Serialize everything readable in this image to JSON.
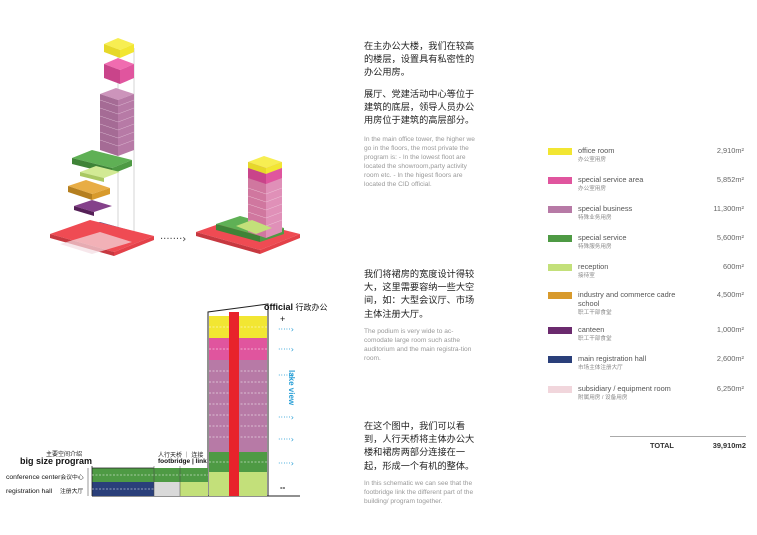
{
  "text_blocks": [
    {
      "zh": "在主办公大楼，我们在较高的楼层，设置具有私密性的办公用房。",
      "zh2": "展厅、党建活动中心等位于建筑的底层，领导人员办公用房位于建筑的高层部分。",
      "en": "In the main office tower, the higher we go in the floors, the most private the program is: - In the lowest floot are located the showroom,party activity room etc. - In the higest floors are located the CID official."
    },
    {
      "zh": "我们将裙房的宽度设计得较大，这里需要容纳一些大空间，如：大型会议厅、市场主体注册大厅。",
      "en": "The podium is very wide to ac-comodate large room such asthe auditorium and the main registra-tion room."
    },
    {
      "zh": "在这个图中，我们可以看到，人行天桥将主体办公大楼和裙房两部分连接在一起，形成一个有机的整体。",
      "en": "In this schematic we can see that the footbridge link the different part of the building/ program together."
    }
  ],
  "legend": [
    {
      "en": "office room",
      "zh": "办公室用房",
      "area": "2,910m²",
      "color": "#f2e632"
    },
    {
      "en": "special service area",
      "zh": "办公室用房",
      "area": "5,852m²",
      "color": "#e0559e"
    },
    {
      "en": "special business",
      "zh": "特殊业务用房",
      "area": "11,300m²",
      "color": "#b77aa6"
    },
    {
      "en": "special service",
      "zh": "特殊服务用房",
      "area": "5,600m²",
      "color": "#4e9a44"
    },
    {
      "en": "reception",
      "zh": "接待室",
      "area": "600m²",
      "color": "#c3e07a"
    },
    {
      "en": "industry and commerce cadre school",
      "zh": "职工干部食堂",
      "area": "4,500m²",
      "color": "#d89a2c"
    },
    {
      "en": "canteen",
      "zh": "职工干部食堂",
      "area": "1,000m²",
      "color": "#6b2a6e"
    },
    {
      "en": "main registration hall",
      "zh": "市场主体注册大厅",
      "area": "2,600m²",
      "color": "#2a3f7a"
    },
    {
      "en": "subsidiary / equipment room",
      "zh": "附属用房 / 设备用房",
      "area": "6,250m²",
      "color": "#f1d6dc"
    }
  ],
  "total": {
    "label": "TOTAL",
    "value": "39,910m2"
  },
  "section": {
    "official_en": "official",
    "official_zh": "行政办公",
    "plus": "+",
    "minus": "--",
    "lake_view": "lake view",
    "big_size_zh": "主要空间介绍",
    "big_size_en": "big size program",
    "footbridge_zh": "人行天桥 ｜ 连接",
    "footbridge_en": "footbridge | link",
    "conference_en": "conference center",
    "conference_zh": "会议中心",
    "registration_en": "registration hall",
    "registration_zh": "注册大厅"
  },
  "arrow_label": "·······›"
}
